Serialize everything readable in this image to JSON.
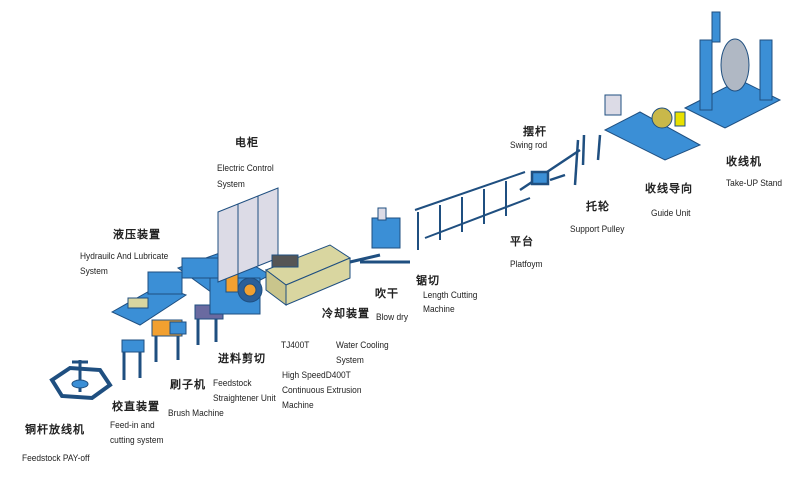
{
  "colors": {
    "machine_blue": "#3b8fd6",
    "frame_dark": "#1f4f80",
    "cabinet": "#dcdbe6",
    "tank": "#d9d6a0",
    "accent_orange": "#f2a030",
    "accent_yellow": "#e8e000"
  },
  "stations": [
    {
      "zh": "铜杆放线机",
      "en": [
        "Feedstock PAY-off"
      ]
    },
    {
      "zh": "校直装置",
      "en": [
        "Feed-in and",
        "cutting system"
      ]
    },
    {
      "zh": "刷子机",
      "en": [
        "Brush Machine"
      ]
    },
    {
      "zh": "进料剪切",
      "en": [
        "Feedstock",
        "Straightener Unit"
      ]
    },
    {
      "zh": "液压装置",
      "en": [
        "Hydrauilc And Lubricate",
        "System"
      ]
    },
    {
      "zh": "电柜",
      "en": [
        "Electric Control",
        "System"
      ]
    },
    {
      "zh": "TJ400T",
      "en": [
        "High SpeedD400T",
        "Continuous Extrusion",
        "Machine"
      ]
    },
    {
      "zh": "冷却装置",
      "en": [
        "Water Cooling",
        "System"
      ]
    },
    {
      "zh": "吹干",
      "en": [
        "Blow dry"
      ]
    },
    {
      "zh": "锯切",
      "en": [
        "Length Cutting",
        "Machine"
      ]
    },
    {
      "zh": "平台",
      "en": [
        "Platfoym"
      ]
    },
    {
      "zh": "摆杆",
      "en": [
        "Swing rod"
      ]
    },
    {
      "zh": "托轮",
      "en": [
        "Support Pulley"
      ]
    },
    {
      "zh": "收线导向",
      "en": [
        "Guide Unit"
      ]
    },
    {
      "zh": "收线机",
      "en": [
        "Take-UP Stand"
      ]
    }
  ]
}
